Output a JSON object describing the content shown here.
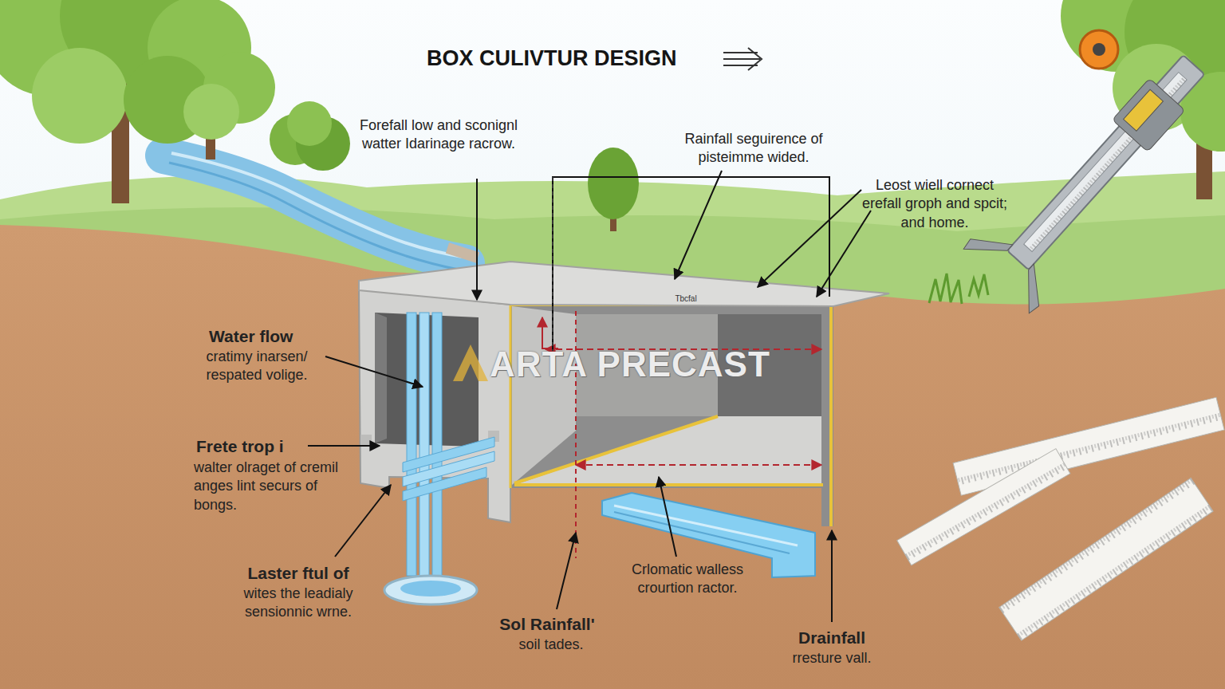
{
  "diagram": {
    "title": "BOX CULIVTUR DESIGN",
    "labels": [
      "Forefall low and sconignl watter Idarinage racrow.",
      "Rainfall seguirence of pisteimme wided.",
      "Leost wiell cornect erefall groph and spcit; and home.",
      "Water flow",
      "cratimy inarsen/ respated volige.",
      "Frete trop i",
      "walter olraget of cremil anges lint securs of bongs.",
      "Laster ftul of",
      "wites the leadialy sensionnic wrne.",
      "Sol Rainfall'",
      "soil tades.",
      "Crlomatic walless crourtion ractor.",
      "Drainfall",
      "rresture vall.",
      "ARTA PRECAST",
      "Tbcfal"
    ]
  }
}
